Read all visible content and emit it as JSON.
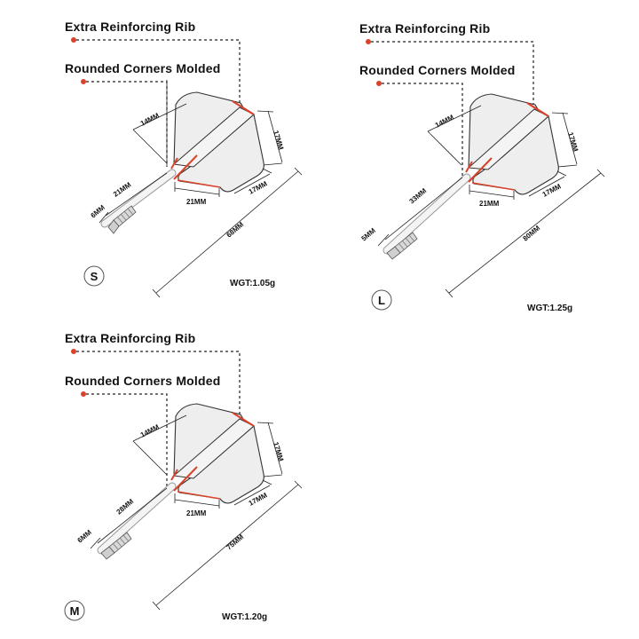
{
  "colors": {
    "accent": "#d9432a",
    "flight": "#eeeeee",
    "outline": "#222222"
  },
  "panels": [
    {
      "id": "s",
      "rib_label": "Extra Reinforcing Rib",
      "corners_label": "Rounded Corners Molded",
      "dims": {
        "d14": "14MM",
        "d17a": "17MM",
        "d17b": "17MM",
        "d21a": "21MM",
        "d21b": "21MM",
        "dshaft": "6MM",
        "dtotal": "68MM"
      },
      "size_letter": "S",
      "weight": "WGT:1.05g"
    },
    {
      "id": "l",
      "rib_label": "Extra Reinforcing Rib",
      "corners_label": "Rounded Corners Molded",
      "dims": {
        "d14": "14MM",
        "d17a": "17MM",
        "d17b": "17MM",
        "d21a": "33MM",
        "d21b": "21MM",
        "dshaft": "5MM",
        "dtotal": "80MM"
      },
      "size_letter": "L",
      "weight": "WGT:1.25g"
    },
    {
      "id": "m",
      "rib_label": "Extra Reinforcing Rib",
      "corners_label": "Rounded Corners Molded",
      "dims": {
        "d14": "14MM",
        "d17a": "17MM",
        "d17b": "17MM",
        "d21a": "28MM",
        "d21b": "21MM",
        "dshaft": "6MM",
        "dtotal": "75MM"
      },
      "size_letter": "M",
      "weight": "WGT:1.20g"
    }
  ]
}
